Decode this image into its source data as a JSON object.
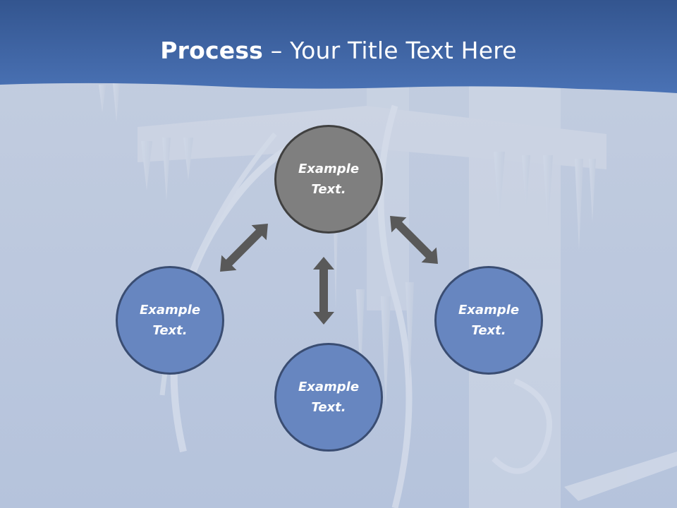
{
  "slide": {
    "title_bold": "Process",
    "title_rest": " – Your Title Text Here"
  },
  "nodes": {
    "top": {
      "label": "Example\nText."
    },
    "left": {
      "label": "Example\nText."
    },
    "right": {
      "label": "Example\nText."
    },
    "bottom": {
      "label": "Example\nText."
    }
  },
  "colors": {
    "header_blue": "#3e65a8",
    "node_blue": "#6786c0",
    "node_gray": "#7f7f7f",
    "arrow_gray": "#595959"
  }
}
